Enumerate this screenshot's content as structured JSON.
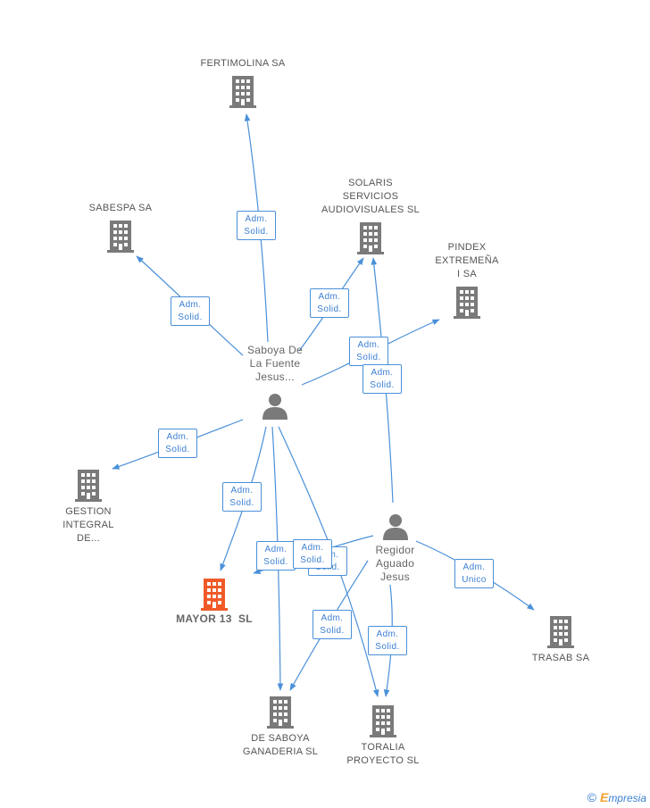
{
  "companies": {
    "fertimolina": {
      "lines": [
        "FERTIMOLINA SA"
      ]
    },
    "sabespa": {
      "lines": [
        "SABESPA SA"
      ]
    },
    "solaris": {
      "lines": [
        "SOLARIS",
        "SERVICIOS",
        "AUDIOVISUALES SL"
      ]
    },
    "pindex": {
      "lines": [
        "PINDEX",
        "EXTREMEÑA",
        "I SA"
      ]
    },
    "gestion": {
      "lines": [
        "GESTION",
        "INTEGRAL",
        "DE..."
      ]
    },
    "mayor13": {
      "lines": [
        "MAYOR 13  SL"
      ]
    },
    "trasab": {
      "lines": [
        "TRASAB SA"
      ]
    },
    "desaboya": {
      "lines": [
        "DE SABOYA",
        "GANADERIA SL"
      ]
    },
    "toralia": {
      "lines": [
        "TORALIA",
        "PROYECTO SL"
      ]
    }
  },
  "persons": {
    "saboya": {
      "lines": [
        "Saboya De",
        "La Fuente",
        "Jesus..."
      ]
    },
    "regidor": {
      "lines": [
        "Regidor",
        "Aguado",
        "Jesus"
      ]
    }
  },
  "badges": {
    "fertimolina": [
      "Adm.",
      "Solid."
    ],
    "sabespa": [
      "Adm.",
      "Solid."
    ],
    "solaris_saboya": [
      "Adm.",
      "Solid."
    ],
    "pindex": [
      "Adm.",
      "Solid."
    ],
    "solaris_regidor": [
      "Adm.",
      "Solid."
    ],
    "gestion": [
      "Adm.",
      "Solid."
    ],
    "mayor13_saboya": [
      "Adm.",
      "Solid."
    ],
    "mayor13_regidor_a": [
      "Adm.",
      "Solid."
    ],
    "mayor13_regidor_b": [
      "Adm.",
      "Solid."
    ],
    "trasab": [
      "Adm.",
      "Unico"
    ],
    "desaboya_regidor": [
      "Adm.",
      "Solid."
    ],
    "toralia_regidor": [
      "Adm.",
      "Solid."
    ]
  },
  "footer": {
    "copyright": "©",
    "brand_initial": "E",
    "brand_rest": "mpresia"
  },
  "colors": {
    "edge": "#4a90d9",
    "building": "#7a7a7a",
    "main_building": "#f05a28",
    "person": "#7a7a7a"
  }
}
